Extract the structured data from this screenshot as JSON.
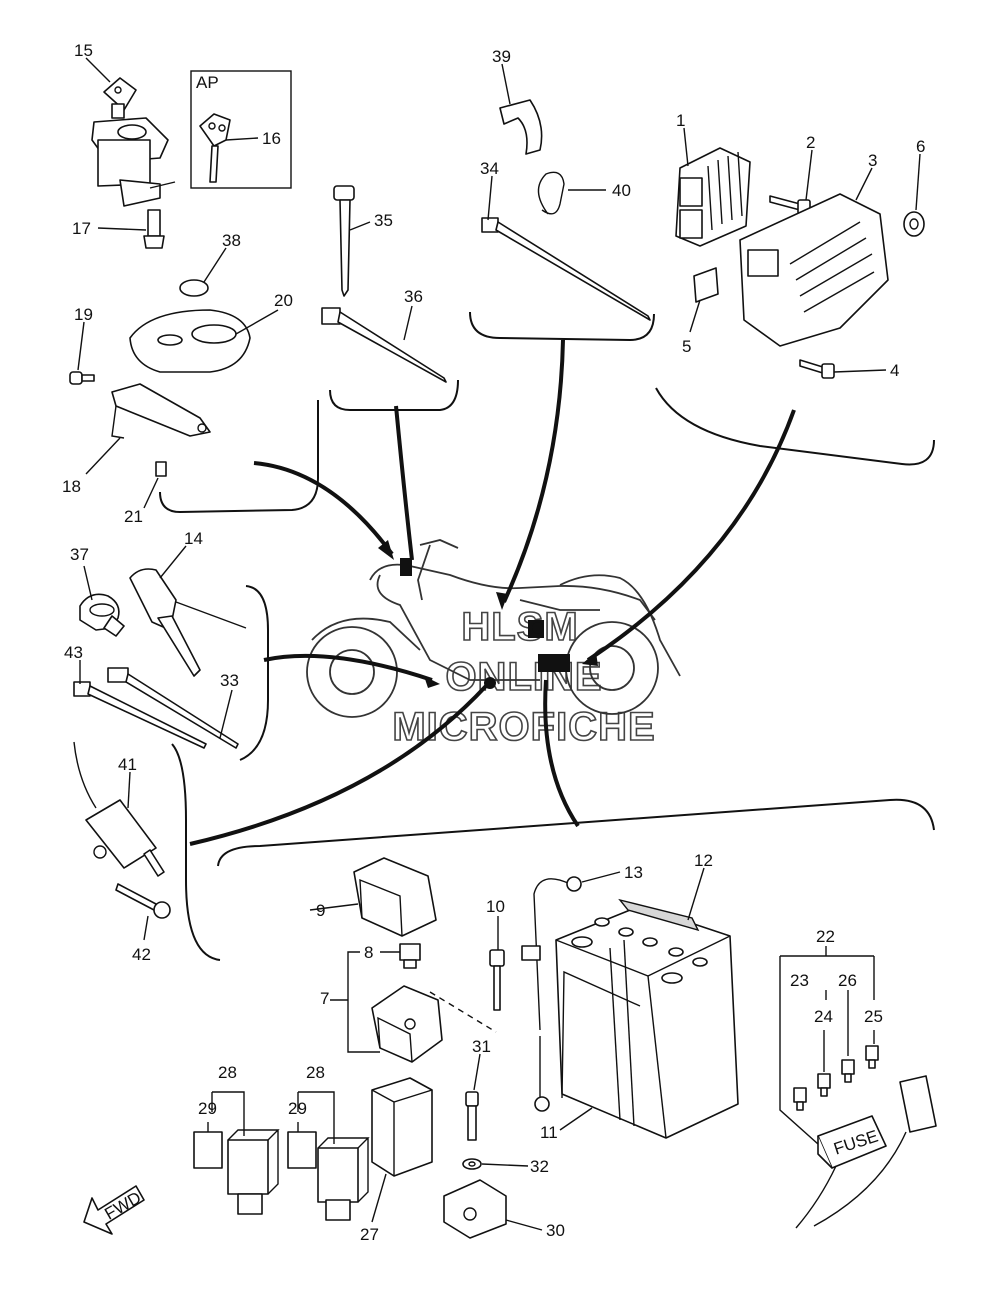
{
  "diagram": {
    "ap_box_label": "AP",
    "fuse_label": "FUSE",
    "fwd_label": "FWD",
    "watermark": [
      "HLSM",
      "ONLINE",
      "MICROFICHE"
    ],
    "callouts": {
      "n1": "1",
      "n2": "2",
      "n3": "3",
      "n4": "4",
      "n5": "5",
      "n6": "6",
      "n7": "7",
      "n8": "8",
      "n9": "9",
      "n10": "10",
      "n11": "11",
      "n12": "12",
      "n13": "13",
      "n14": "14",
      "n15": "15",
      "n16": "16",
      "n17": "17",
      "n18": "18",
      "n19": "19",
      "n20": "20",
      "n21": "21",
      "n22": "22",
      "n23": "23",
      "n24": "24",
      "n25": "25",
      "n26": "26",
      "n27": "27",
      "n28a": "28",
      "n28b": "28",
      "n29a": "29",
      "n29b": "29",
      "n30": "30",
      "n31": "31",
      "n32": "32",
      "n33": "33",
      "n34": "34",
      "n35": "35",
      "n36": "36",
      "n37": "37",
      "n38": "38",
      "n39": "39",
      "n40": "40",
      "n41": "41",
      "n42": "42",
      "n43": "43"
    }
  }
}
